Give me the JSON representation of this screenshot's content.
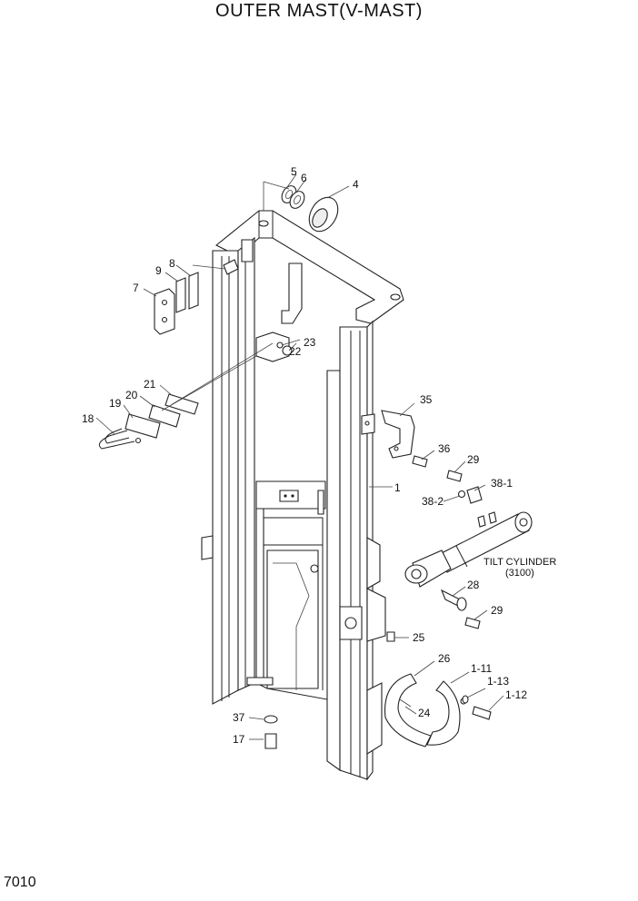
{
  "page": {
    "title": "OUTER MAST(V-MAST)",
    "page_number": "7010"
  },
  "callouts": {
    "c1": "1",
    "c4": "4",
    "c5": "5",
    "c6": "6",
    "c7": "7",
    "c8": "8",
    "c9": "9",
    "c17": "17",
    "c18": "18",
    "c19": "19",
    "c20": "20",
    "c21": "21",
    "c22": "22",
    "c23": "23",
    "c24": "24",
    "c25": "25",
    "c26": "26",
    "c28": "28",
    "c29a": "29",
    "c29b": "29",
    "c35": "35",
    "c36": "36",
    "c37": "37",
    "c38_1": "38-1",
    "c38_2": "38-2",
    "c1_11": "1-11",
    "c1_12": "1-12",
    "c1_13": "1-13"
  },
  "notes": {
    "tilt_cylinder": "TILT CYLINDER",
    "tilt_cylinder_ref": "(3100)"
  }
}
